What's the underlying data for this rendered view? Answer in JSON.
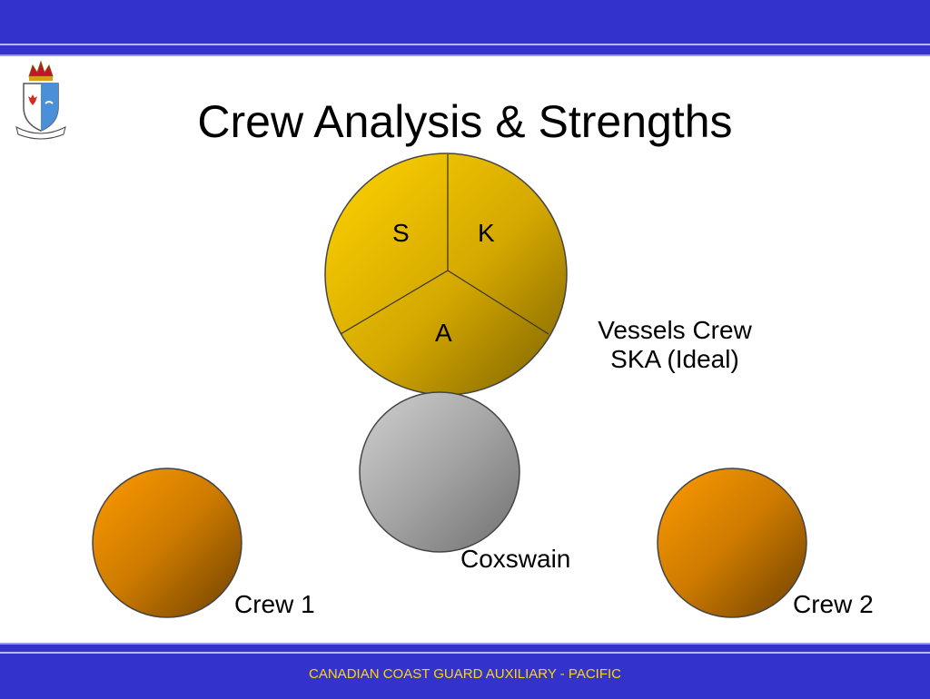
{
  "slide": {
    "title": "Crew Analysis & Strengths",
    "footer": "CANADIAN COAST GUARD AUXILIARY - PACIFIC"
  },
  "diagram": {
    "ska": {
      "segments": [
        "S",
        "K",
        "A"
      ],
      "caption_line1": "Vessels Crew",
      "caption_line2": "SKA (Ideal)"
    },
    "coxswain": {
      "label": "Coxswain"
    },
    "crew1": {
      "label": "Crew 1"
    },
    "crew2": {
      "label": "Crew 2"
    }
  },
  "colors": {
    "band": "#3333cc",
    "footer_text": "#ffd700",
    "ska_gold": "#e8c000",
    "coxswain_gray": "#a8a8a8",
    "crew_orange": "#d88000"
  },
  "icons": {
    "logo": "coast-guard-crest-icon"
  }
}
